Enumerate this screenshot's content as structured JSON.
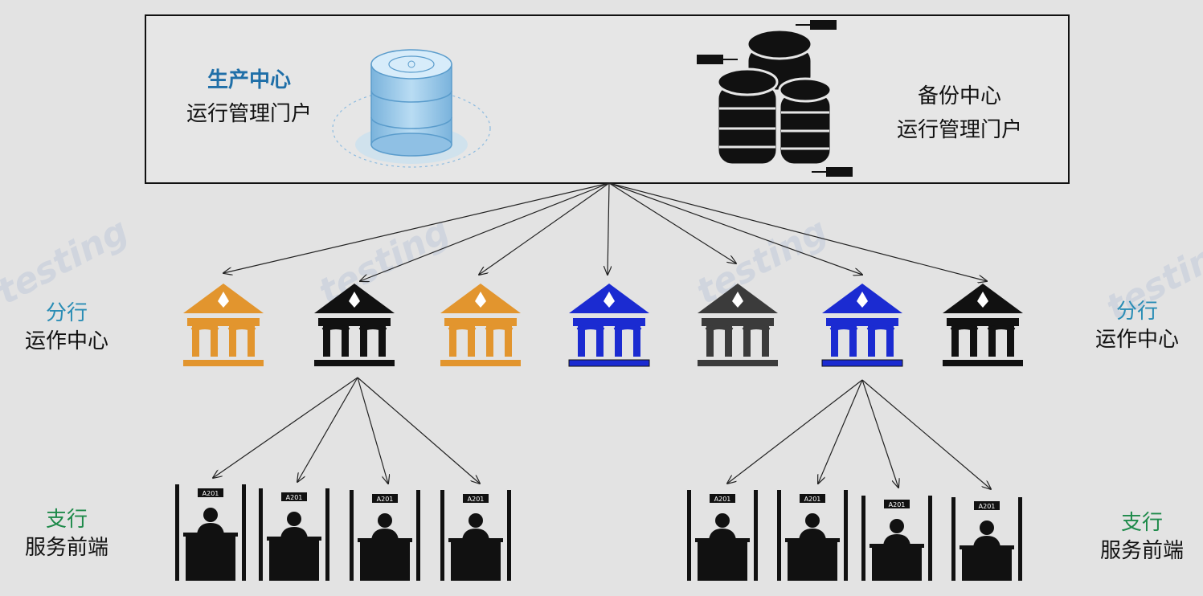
{
  "top": {
    "production": {
      "title": "生产中心",
      "subtitle": "运行管理门户",
      "title_color": "#1f6fa8"
    },
    "backup": {
      "title": "备份中心",
      "subtitle": "运行管理门户"
    }
  },
  "branch_level": {
    "left": {
      "title": "分行",
      "subtitle": "运作中心"
    },
    "right": {
      "title": "分行",
      "subtitle": "运作中心"
    },
    "title_color": "#2a8db5",
    "banks": [
      {
        "color": "#e2952e"
      },
      {
        "color": "#111111"
      },
      {
        "color": "#e2952e"
      },
      {
        "color": "#1b2bd1"
      },
      {
        "color": "#3b3b3b"
      },
      {
        "color": "#1b2bd1"
      },
      {
        "color": "#111111"
      }
    ]
  },
  "sub_branch_level": {
    "left": {
      "title": "支行",
      "subtitle": "服务前端"
    },
    "right": {
      "title": "支行",
      "subtitle": "服务前端"
    },
    "title_color": "#1e8a4a",
    "counter_label": "A201"
  },
  "icons": {
    "production": "database-icon",
    "backup": "coin-stack-icon",
    "bank": "bank-icon",
    "counter": "teller-counter-icon"
  }
}
